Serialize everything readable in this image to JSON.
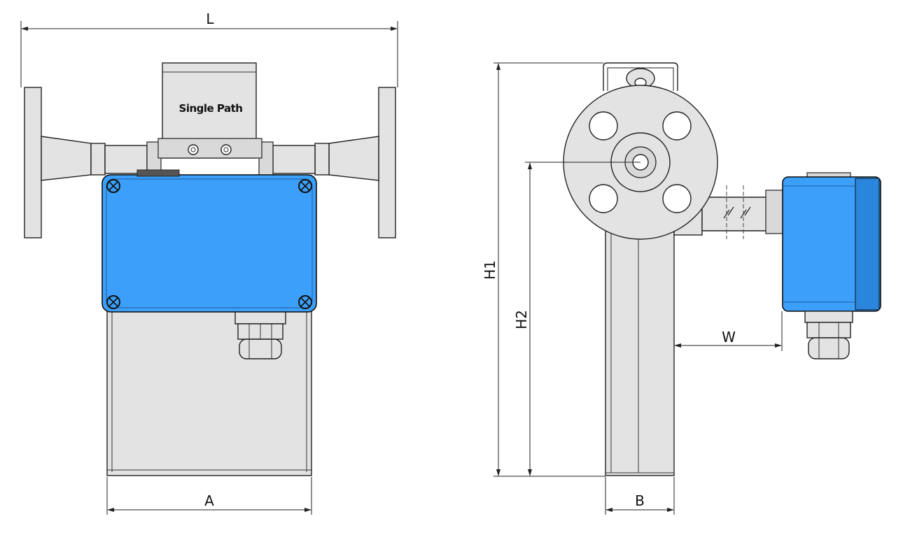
{
  "colors": {
    "housing_blue": "#3ca0fa",
    "housing_blue_dark": "#2a86dc",
    "metal": "#e3e3e3",
    "outline": "#222222"
  },
  "front_view": {
    "sensor_label": "Single Path"
  },
  "dimensions": {
    "L": "L",
    "A": "A",
    "H1": "H1",
    "H2": "H2",
    "W": "W",
    "B": "B"
  }
}
